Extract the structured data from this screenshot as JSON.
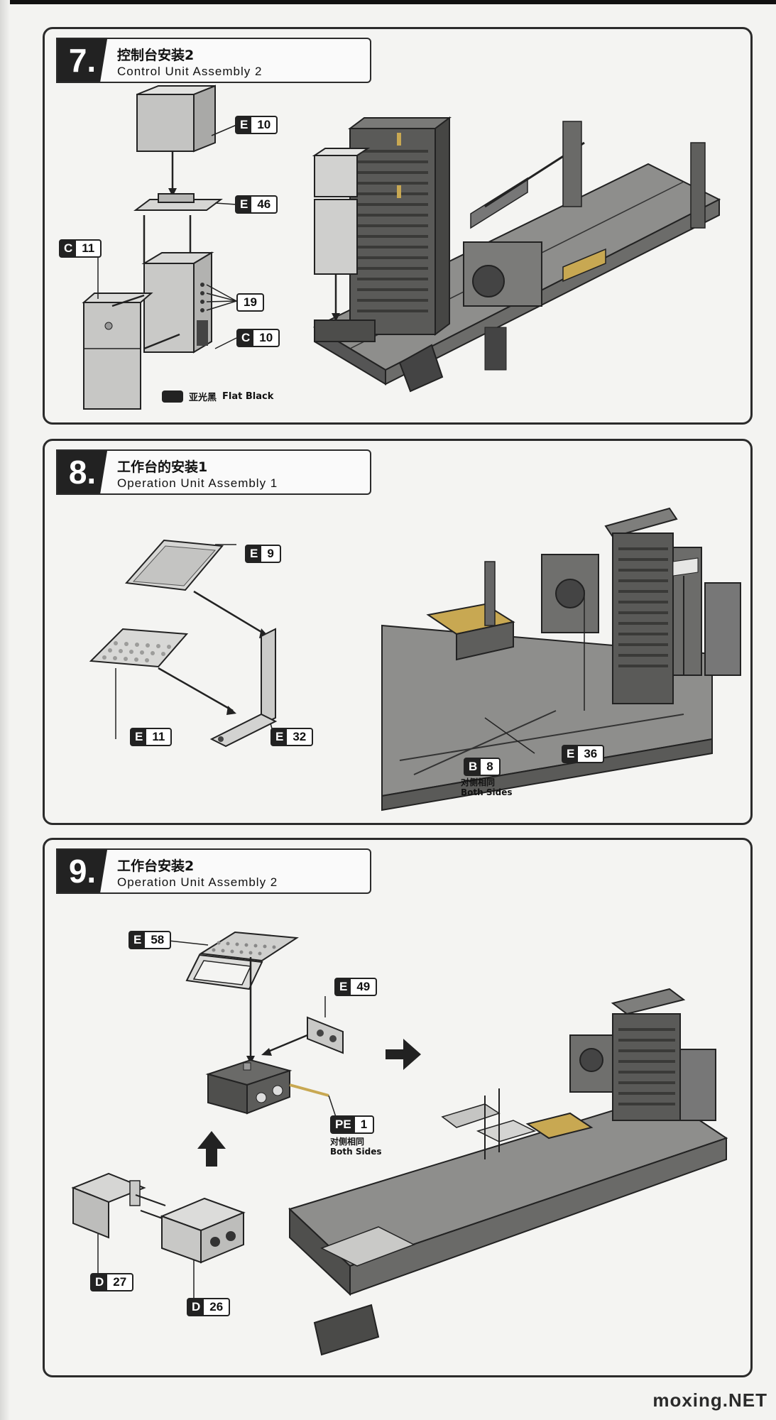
{
  "steps": [
    {
      "number": "7.",
      "title_cn": "控制台安装2",
      "title_en": "Control Unit Assembly 2",
      "parts": [
        {
          "letter": "E",
          "number": "10"
        },
        {
          "letter": "E",
          "number": "46"
        },
        {
          "letter": "C",
          "number": "11"
        },
        {
          "letter": "",
          "number": "19"
        },
        {
          "letter": "C",
          "number": "10"
        }
      ],
      "paint_legend": {
        "cn": "亚光黑",
        "en": "Flat Black",
        "color": "#222222"
      }
    },
    {
      "number": "8.",
      "title_cn": "工作台的安装1",
      "title_en": "Operation Unit Assembly 1",
      "parts": [
        {
          "letter": "E",
          "number": "9"
        },
        {
          "letter": "E",
          "number": "11"
        },
        {
          "letter": "E",
          "number": "32"
        },
        {
          "letter": "E",
          "number": "36"
        },
        {
          "letter": "B",
          "number": "8"
        }
      ],
      "note": {
        "cn": "对侧相同",
        "en": "Both Sides"
      }
    },
    {
      "number": "9.",
      "title_cn": "工作台安装2",
      "title_en": "Operation Unit Assembly 2",
      "parts": [
        {
          "letter": "E",
          "number": "58"
        },
        {
          "letter": "E",
          "number": "49"
        },
        {
          "letter": "PE",
          "number": "1"
        },
        {
          "letter": "D",
          "number": "27"
        },
        {
          "letter": "D",
          "number": "26"
        }
      ],
      "note": {
        "cn": "对侧相同",
        "en": "Both Sides"
      }
    }
  ],
  "watermark": "moxing.NET",
  "colors": {
    "ink": "#222222",
    "paper": "#f4f4f2",
    "part_grey": "#bdbdbb",
    "tan": "#c8a852"
  }
}
